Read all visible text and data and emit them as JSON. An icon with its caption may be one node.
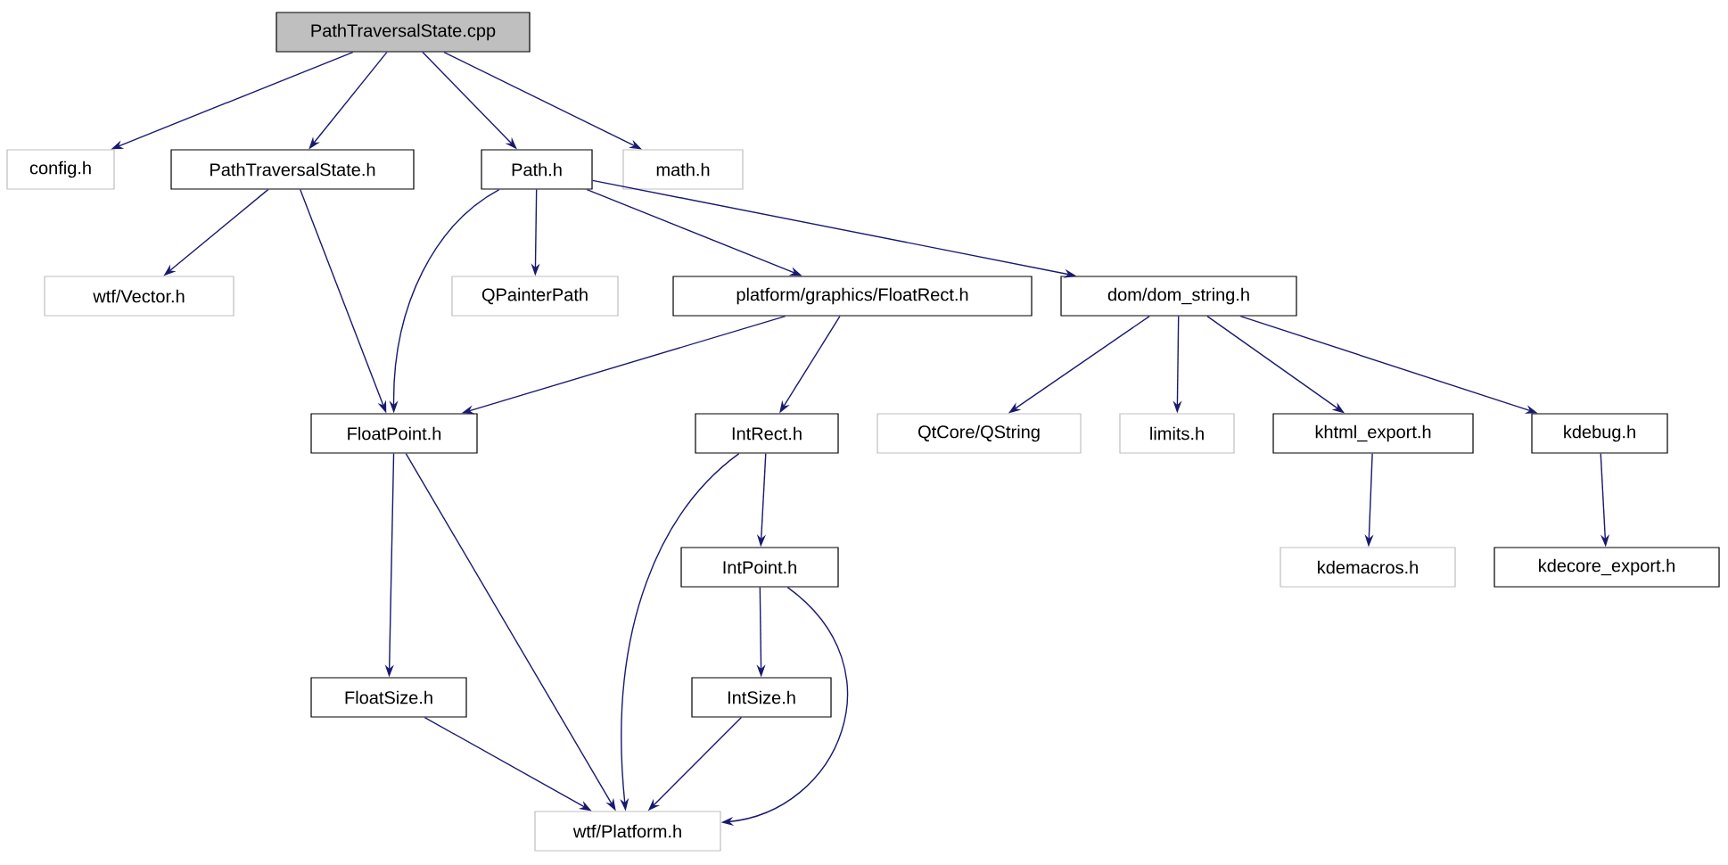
{
  "diagram": {
    "nodes": [
      {
        "text": [
          "PathTraversalState.cpp"
        ]
      },
      {
        "text": [
          "config.h"
        ]
      },
      {
        "text": [
          "PathTraversalState.h"
        ]
      },
      {
        "text": [
          "Path.h"
        ]
      },
      {
        "text": [
          "math.h"
        ]
      },
      {
        "text": [
          "wtf/Vector.h"
        ]
      },
      {
        "text": [
          "QPainterPath"
        ]
      },
      {
        "text": [
          "platform/graphics/FloatRect.h"
        ]
      },
      {
        "text": [
          "dom/dom_string.h"
        ]
      },
      {
        "text": [
          "FloatPoint.h"
        ]
      },
      {
        "text": [
          "IntRect.h"
        ]
      },
      {
        "text": [
          "QtCore/QString"
        ]
      },
      {
        "text": [
          "limits.h"
        ]
      },
      {
        "text": [
          "khtml_export.h"
        ]
      },
      {
        "text": [
          "kdebug.h"
        ]
      },
      {
        "text": [
          "kdemacros.h"
        ]
      },
      {
        "text": [
          "kdecore_export.h"
        ]
      },
      {
        "text": [
          "IntPoint.h"
        ]
      },
      {
        "text": [
          "FloatSize.h"
        ]
      },
      {
        "text": [
          "IntSize.h"
        ]
      },
      {
        "text": [
          "wtf/Platform.h"
        ]
      }
    ],
    "edges": [
      {
        "from": 0,
        "to": 1,
        "arrow": "to"
      },
      {
        "from": 0,
        "to": 2,
        "arrow": "to"
      },
      {
        "from": 0,
        "to": 3,
        "arrow": "to"
      },
      {
        "from": 0,
        "to": 4,
        "arrow": "to"
      },
      {
        "from": 2,
        "to": 5,
        "arrow": "to"
      },
      {
        "from": 2,
        "to": 9,
        "arrow": "to"
      },
      {
        "from": 3,
        "to": 9,
        "arrow": "to"
      },
      {
        "from": 3,
        "to": 6,
        "arrow": "to"
      },
      {
        "from": 3,
        "to": 7,
        "arrow": "to"
      },
      {
        "from": 3,
        "to": 8,
        "arrow": "to"
      },
      {
        "from": 7,
        "to": 9,
        "arrow": "to"
      },
      {
        "from": 7,
        "to": 10,
        "arrow": "to"
      },
      {
        "from": 8,
        "to": 11,
        "arrow": "to"
      },
      {
        "from": 8,
        "to": 12,
        "arrow": "to"
      },
      {
        "from": 8,
        "to": 13,
        "arrow": "to"
      },
      {
        "from": 8,
        "to": 14,
        "arrow": "to"
      },
      {
        "from": 9,
        "to": 18,
        "arrow": "to"
      },
      {
        "from": 9,
        "to": 20,
        "arrow": "to"
      },
      {
        "from": 10,
        "to": 17,
        "arrow": "to"
      },
      {
        "from": 10,
        "to": 20,
        "arrow": "to"
      },
      {
        "from": 17,
        "to": 19,
        "arrow": "to"
      },
      {
        "from": 17,
        "to": 20,
        "arrow": "to"
      },
      {
        "from": 18,
        "to": 20,
        "arrow": "to"
      },
      {
        "from": 19,
        "to": 20,
        "arrow": "to"
      },
      {
        "from": 13,
        "to": 15,
        "arrow": "to"
      },
      {
        "from": 14,
        "to": 16,
        "arrow": "to"
      }
    ]
  }
}
